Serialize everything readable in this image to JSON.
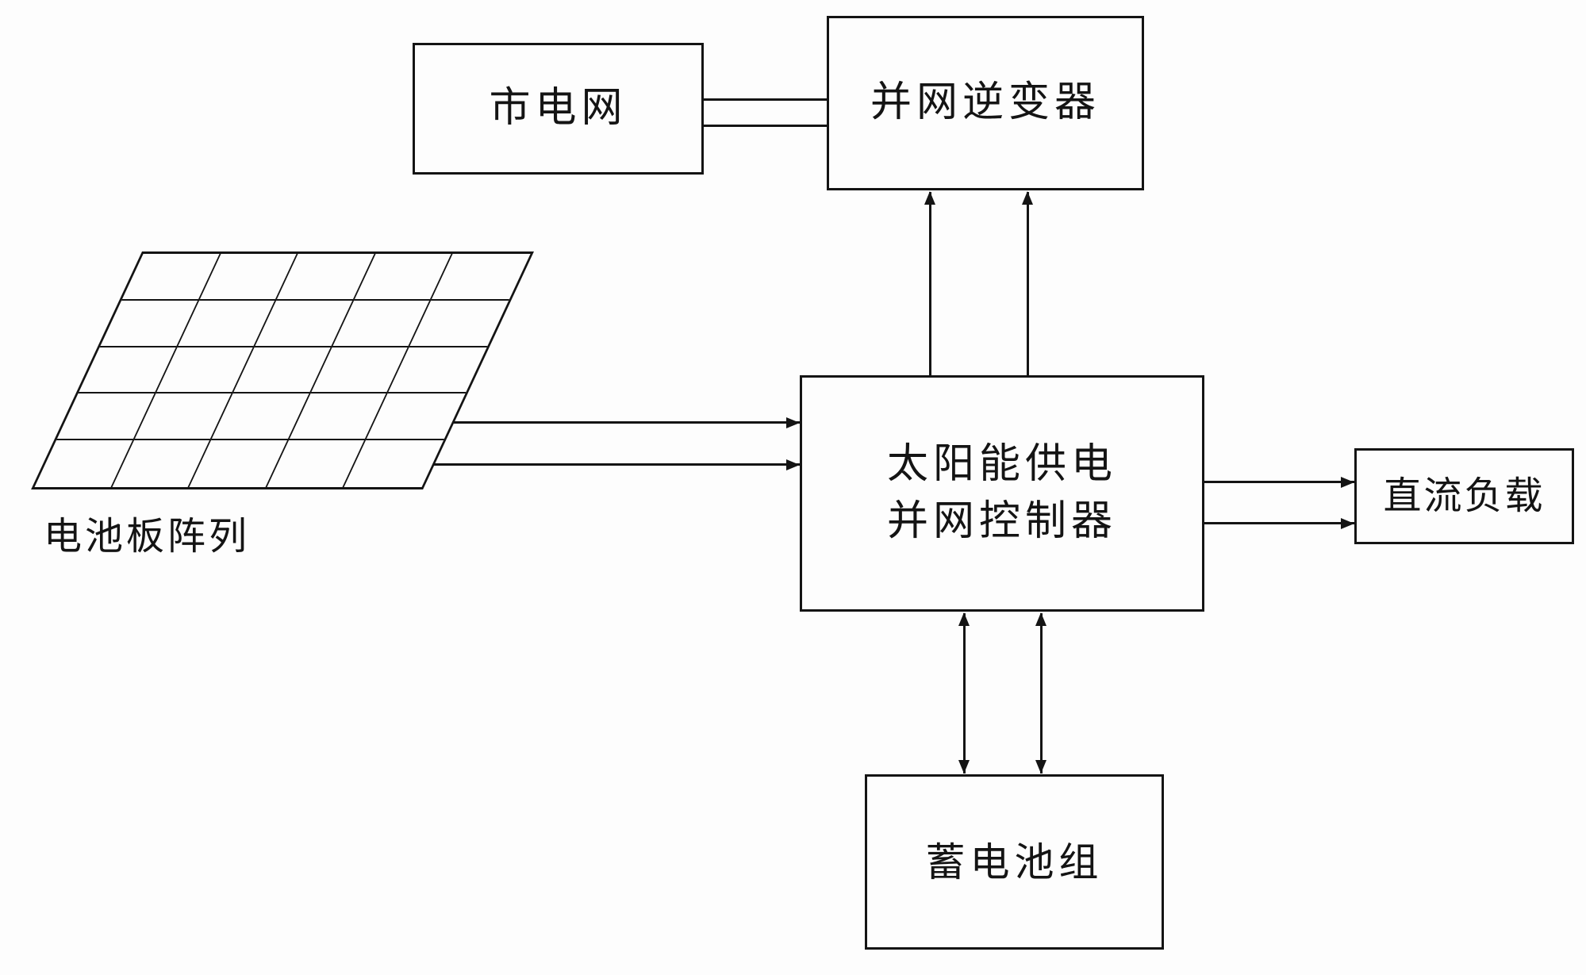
{
  "figure": {
    "type": "block-diagram",
    "subject": "solar grid-connected power supply system",
    "background_color": "#fdfdfd",
    "ink_color": "#141414",
    "nodes": {
      "utility_grid": {
        "label": "市电网"
      },
      "inverter": {
        "label": "并网逆变器"
      },
      "controller": {
        "line1": "太阳能供电",
        "line2": "并网控制器"
      },
      "dc_load": {
        "label": "直流负载"
      },
      "battery": {
        "label": "蓄电池组"
      },
      "panel_array": {
        "label": "电池板阵列",
        "rows": 5,
        "cols": 5
      }
    },
    "connections": [
      {
        "from": "utility_grid",
        "to": "inverter",
        "lines": 2,
        "arrows": "none"
      },
      {
        "from": "controller",
        "to": "inverter",
        "lines": 2,
        "arrows": "up-into-inverter"
      },
      {
        "from": "panel_array",
        "to": "controller",
        "lines": 2,
        "arrows": "right-into-controller"
      },
      {
        "from": "controller",
        "to": "dc_load",
        "lines": 2,
        "arrows": "right-into-dc-load"
      },
      {
        "from": "controller",
        "to": "battery",
        "lines": 2,
        "arrows": "both-ends"
      }
    ]
  }
}
